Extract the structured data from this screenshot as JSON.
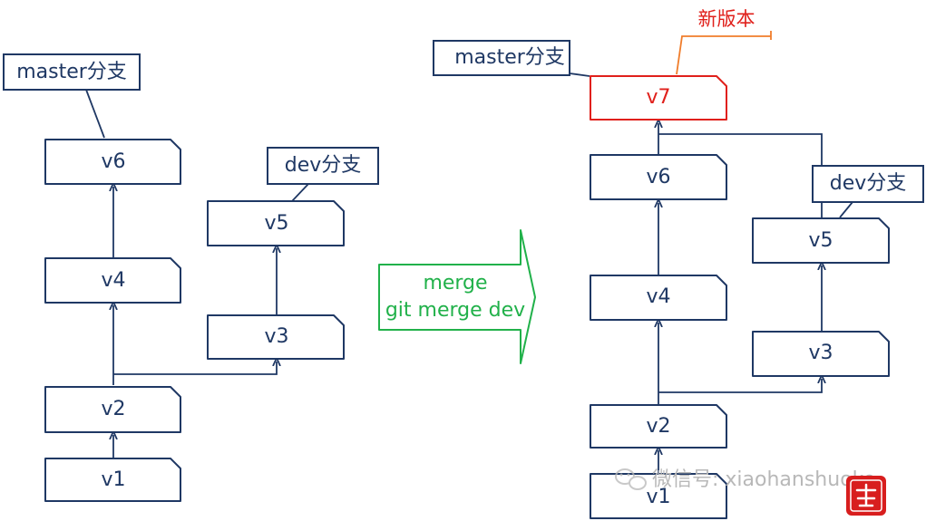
{
  "diagram": {
    "left": {
      "branch_master": "master分支",
      "branch_dev": "dev分支",
      "v1": "v1",
      "v2": "v2",
      "v3": "v3",
      "v4": "v4",
      "v5": "v5",
      "v6": "v6"
    },
    "merge_arrow": {
      "line1": "merge",
      "line2": "git merge dev"
    },
    "right": {
      "note_new_version": "新版本",
      "branch_master": "master分支",
      "branch_dev": "dev分支",
      "v1": "v1",
      "v2": "v2",
      "v3": "v3",
      "v4": "v4",
      "v5": "v5",
      "v6": "v6",
      "v7": "v7"
    },
    "watermark": {
      "text": "微信号: xiaohanshuoke",
      "wechat_icon": "wechat-logo-icon",
      "stamp_icon": "red-seal-stamp-icon"
    },
    "colors": {
      "node_stroke": "#1f3864",
      "new_version": "#e0201b",
      "note_callout": "#f07d2b",
      "merge_arrow": "#21b14a",
      "watermark": "#b8b8b8"
    }
  }
}
